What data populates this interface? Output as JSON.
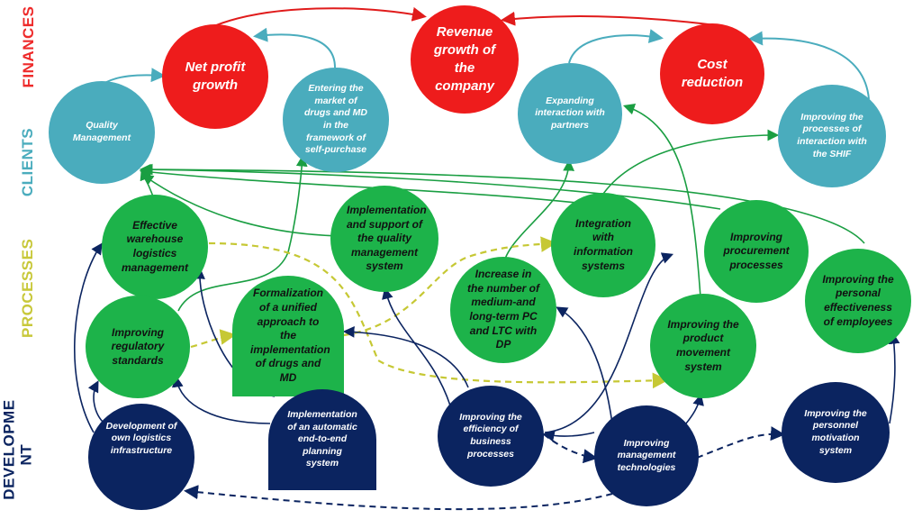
{
  "layers": {
    "finances": "FINANCES",
    "clients": "CLIENTS",
    "processes": "PROCESSES",
    "development": "DEVELOPME NT"
  },
  "colors": {
    "finances_label": "#ee2a2a",
    "clients_label": "#4aacbd",
    "processes_label": "#c8c83a",
    "development_label": "#0b2460",
    "red_node": "#ee1c1c",
    "teal_node": "#4aacbd",
    "green_node": "#1db34a",
    "navy_node": "#0b2460",
    "dashed_yellow": "#c6c834"
  },
  "nodes": {
    "net_profit": "Net profit growth",
    "revenue": "Revenue growth of the company",
    "cost_reduction": "Cost reduction",
    "quality_mgmt": "Quality Management",
    "entering_market": "Entering the market of drugs and MD in the framework of self-purchase",
    "expanding_partners": "Expanding interaction with partners",
    "improving_shif": "Improving the processes of interaction with the SHIF",
    "warehouse": "Effective warehouse logistics management",
    "qms": "Implementation and support of the quality management system",
    "integration": "Integration with information systems",
    "procurement": "Improving procurement processes",
    "personal_eff": "Improving the personal effectiveness of employees",
    "increase_pc": "Increase in the number of medium-and long-term PC and LTC with DP",
    "regulatory": "Improving regulatory standards",
    "formalization": "Formalization of a unified approach to the implementation of drugs and MD",
    "product_movement": "Improving the product movement system",
    "own_logistics": "Development of own logistics infrastructure",
    "automatic_planning": "Implementation of an automatic end-to-end planning system",
    "business_processes": "Improving the efficiency of business processes",
    "mgmt_tech": "Improving management technologies",
    "motivation": "Improving the personnel motivation system"
  }
}
